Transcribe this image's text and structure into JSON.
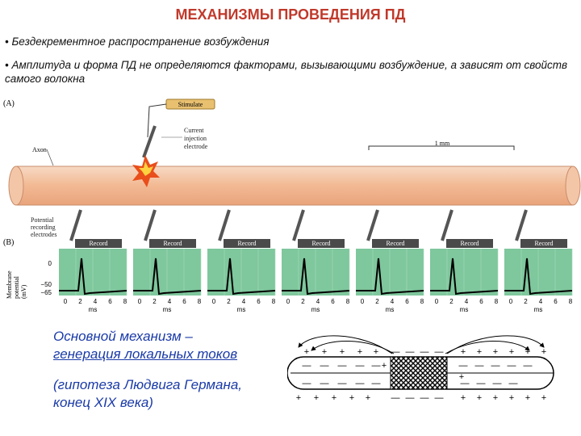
{
  "title": "МЕХАНИЗМЫ ПРОВЕДЕНИЯ ПД",
  "bullet1": "• Бездекрементное распространение возбуждения",
  "bullet2": "• Амплитуда и форма ПД не определяются факторами, вызывающими возбуждение, а зависят от свойств самого волокна",
  "figure": {
    "panel_a": "(A)",
    "panel_b": "(B)",
    "stimulate": "Stimulate",
    "current_injection": [
      "Current",
      "injection",
      "electrode"
    ],
    "axon": "Axon",
    "scale": "1 mm",
    "recording": [
      "Potential",
      "recording",
      "electrodes"
    ],
    "record_label": "Record",
    "y_axis": [
      "Membrane",
      "potential",
      "(mV)"
    ],
    "y_ticks": [
      "0",
      "−50",
      "−65"
    ],
    "x_ticks": [
      "0",
      "2",
      "4",
      "6",
      "8"
    ],
    "x_unit": "ms"
  },
  "mechanism": {
    "line1": "Основной механизм –",
    "line2": "генерация локальных токов",
    "hypothesis1": "(гипотеза Людвига Германа,",
    "hypothesis2": "конец XIX века)"
  },
  "currents": {
    "plus": "+",
    "minus": "—"
  },
  "colors": {
    "title": "#c0392b",
    "blue_text": "#1a3aa8",
    "axon": "#f4c6a8",
    "chart_bg": "#7fc79d",
    "record_box": "#4a4a4a"
  }
}
